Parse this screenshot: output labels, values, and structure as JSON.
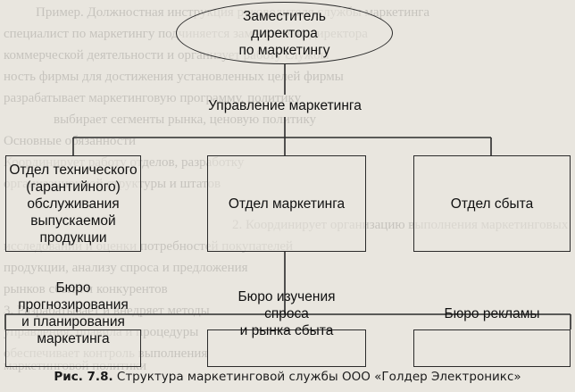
{
  "diagram": {
    "nodes": {
      "deputy_director": "Заместитель\nдиректора\nпо маркетингу",
      "marketing_management": "Управление маркетинга",
      "technical_service_dept": "Отдел технического\n(гарантийного)\nобслуживания\nвыпускаемой\nпродукции",
      "marketing_dept": "Отдел маркетинга",
      "sales_dept": "Отдел сбыта",
      "forecast_bureau": "Бюро\nпрогнозирования\nи планирования\nмаркетинга",
      "research_bureau": "Бюро изучения\nспроса\nи рынка сбыта",
      "advertising_bureau": "Бюро рекламы"
    }
  },
  "caption": {
    "label": "Рис. 7.8.",
    "text": "Структура маркетинговой службы ООО «Голдер Электроникс»"
  },
  "background_text": [
    "Пример. Должностная инструкция руководителя службы маркетинга",
    "специалист по маркетингу подчиняется заместителю директора",
    "коммерческой деятельности и организует работу службы",
    "ность фирмы для достижения установленных целей фирмы",
    "разрабатывает маркетинговую программу, политику",
    "выбирает сегменты рынка, ценовую политику",
    "Основные обязанности",
    "Координирует работу отделов, разработку",
    "организационной структуры и штатов",
    "2. Координирует организацию выполнения маркетинговых",
    "исследований и оценки потребностей покупателей",
    "продукции, анализу спроса и предложения",
    "рынков сбыта и конкурентов",
    "3. Разрабатывает и внедряет методы",
    "управления, правила и процедуры",
    "обеспечивает контроль выполнения",
    "маркетинговой политики"
  ]
}
